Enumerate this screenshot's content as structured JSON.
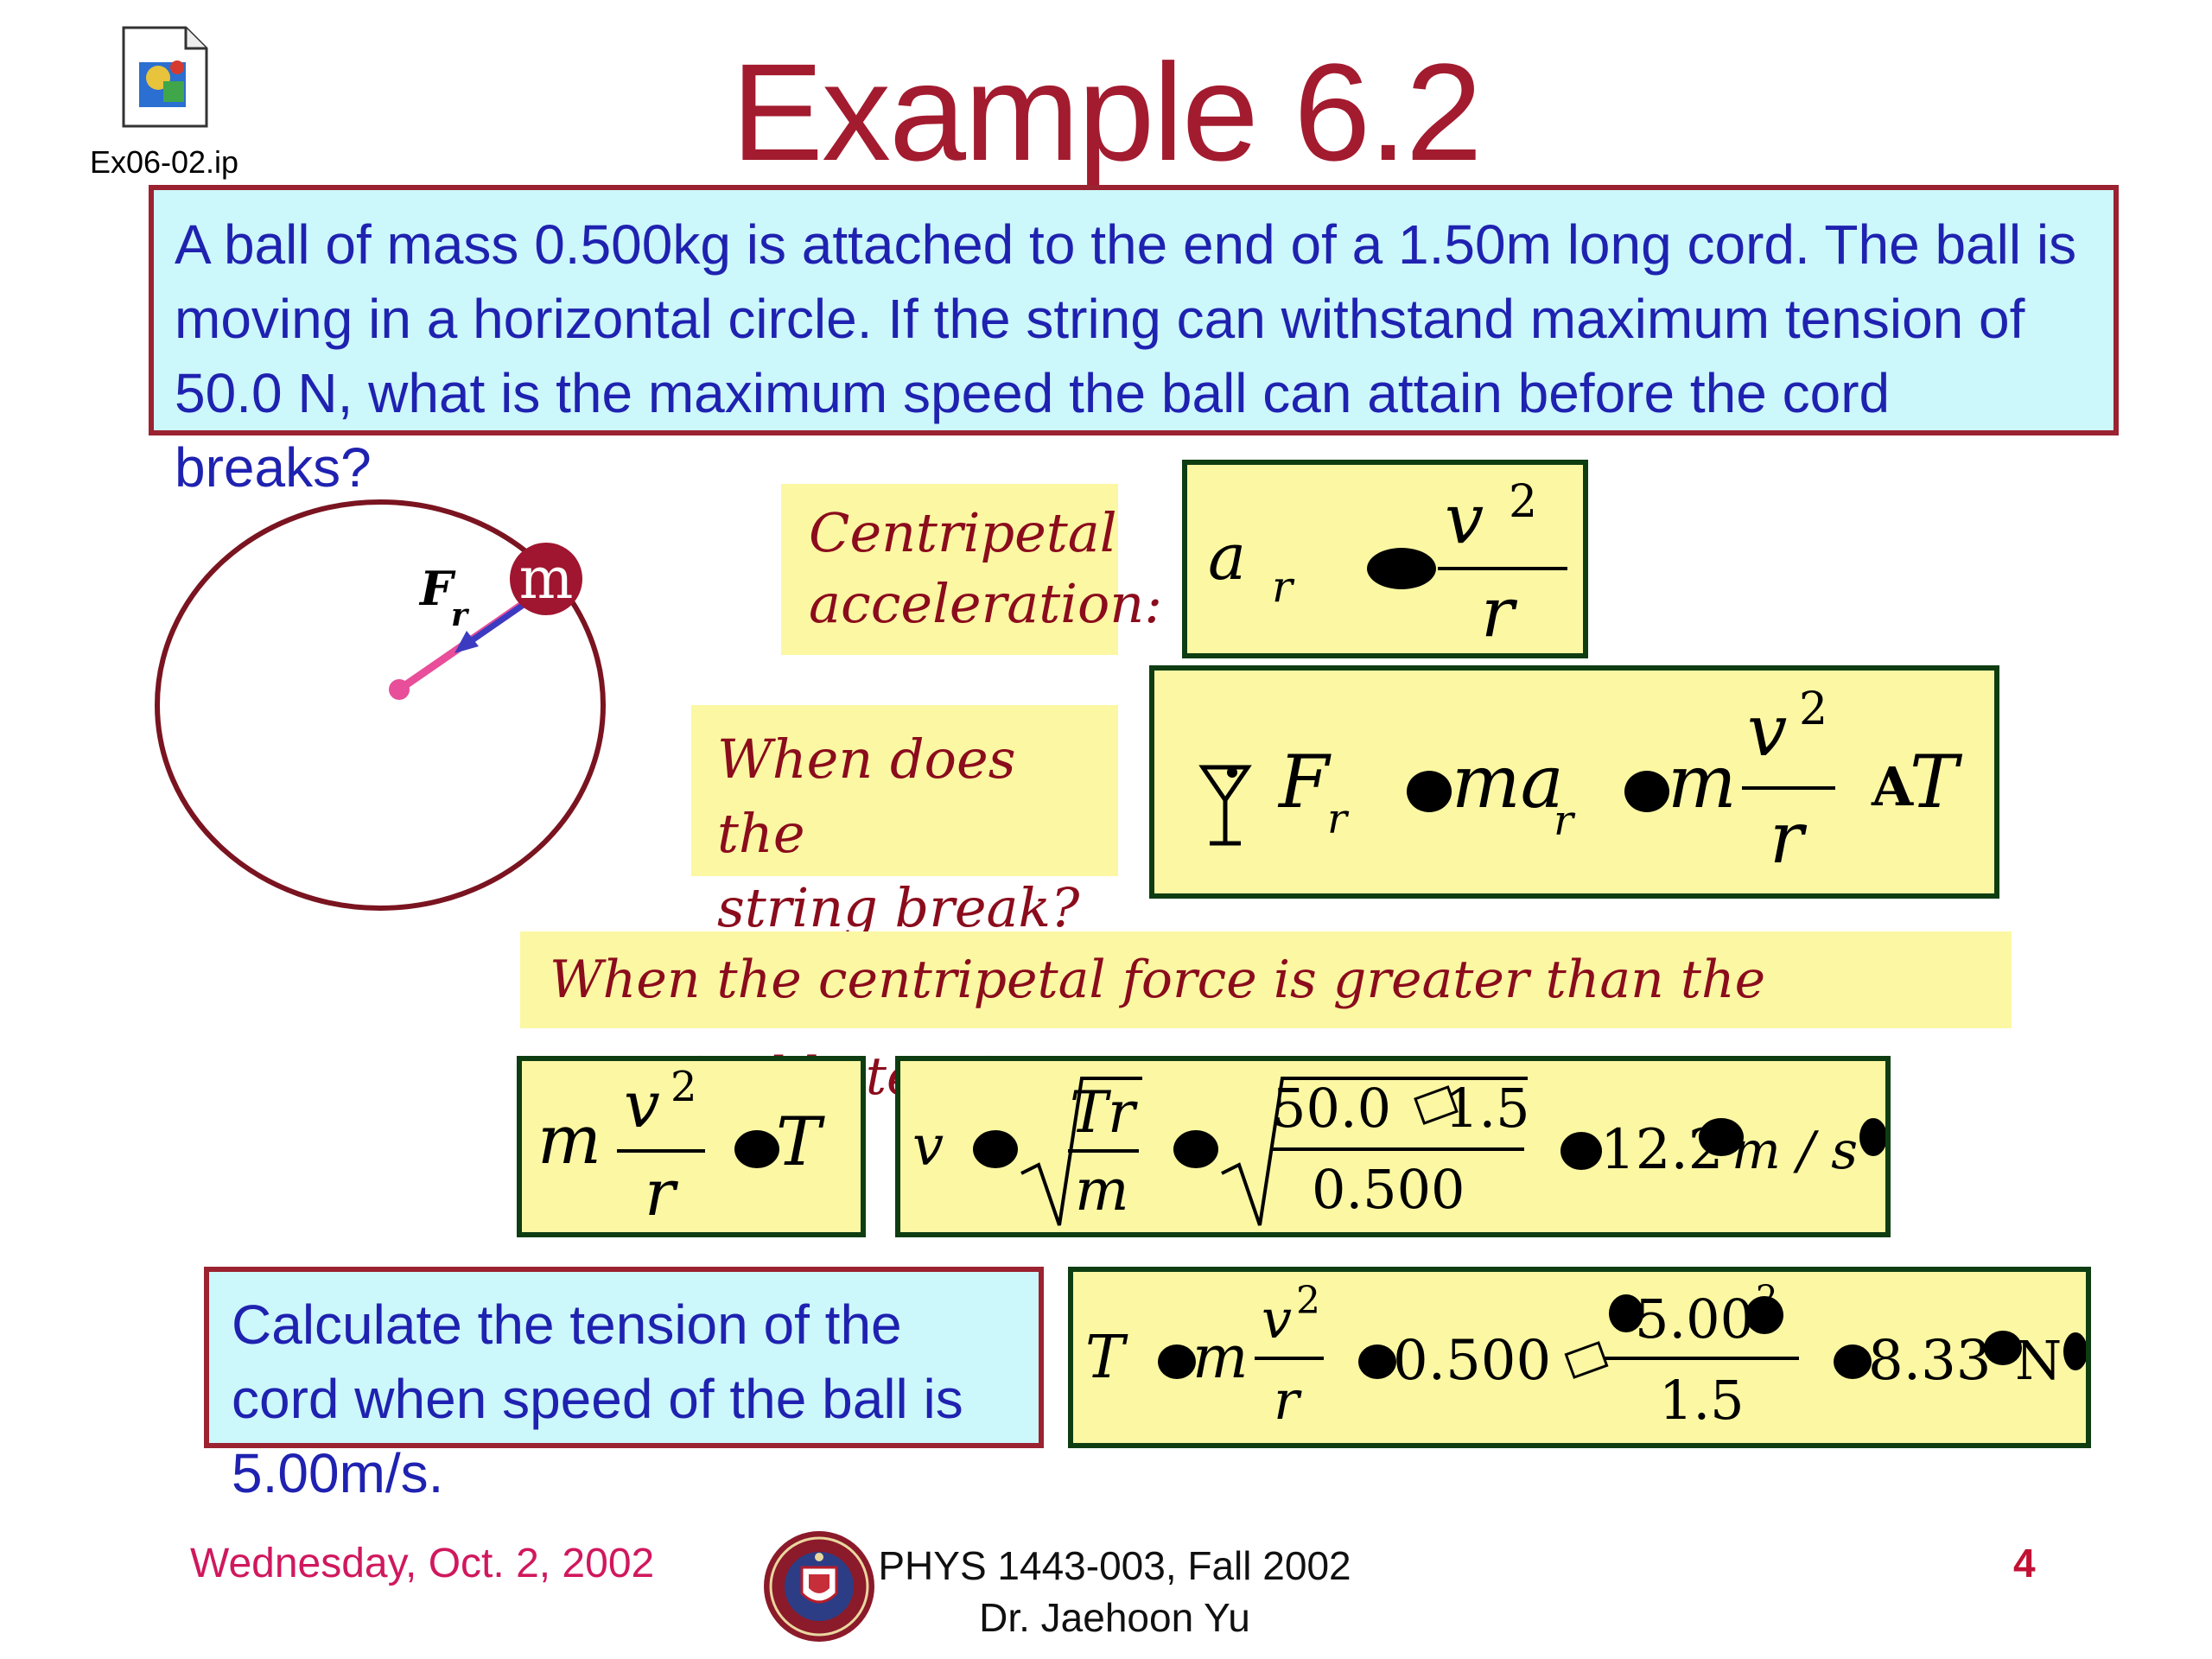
{
  "slide": {
    "title": "Example 6.2",
    "file_label": "Ex06-02.ip",
    "problem_text": "A ball of mass 0.500kg is attached to the end of a 1.50m long cord.  The ball is moving in a horizontal circle.   If the string can withstand maximum tension of 50.0 N, what is the maximum speed the ball can attain before the cord breaks?",
    "diagram": {
      "force_label": "F",
      "force_subscript": "r",
      "mass_label": "m"
    },
    "centripetal_label_line1": "Centripetal",
    "centripetal_label_line2": "acceleration:",
    "break_question_line1": "When does the",
    "break_question_line2": "string break?",
    "break_answer": "When the centripetal force is greater than the sustainable tension.",
    "calc_prompt": "Calculate the tension of the cord when speed of the ball is 5.00m/s."
  },
  "equations": {
    "eq1": {
      "a": "a",
      "r_sub": "r",
      "v": "v",
      "exp": "2",
      "den": "r"
    },
    "eq2": {
      "F": "F",
      "sub": "r",
      "ma": "ma",
      "m": "m",
      "v": "v",
      "exp": "2",
      "den": "r",
      "T": "T"
    },
    "eq3": {
      "m": "m",
      "v": "v",
      "exp": "2",
      "den": "r",
      "T": "T"
    },
    "eq4": {
      "v": "v",
      "num1": "Tr",
      "den1": "m",
      "num2": "50.0",
      "num2b": "1.5",
      "den2": "0.500",
      "result": "12.2",
      "unit": "m / s"
    },
    "eq5": {
      "T": "T",
      "m": "m",
      "v": "v",
      "exp": "2",
      "den": "r",
      "mass": "0.500",
      "num": "5.00",
      "num_exp": "2",
      "den2": "1.5",
      "result": "8.33",
      "unit": "N"
    }
  },
  "footer": {
    "date": "Wednesday, Oct. 2, 2002",
    "course": "PHYS 1443-003, Fall 2002",
    "instructor": "Dr. Jaehoon Yu",
    "page": "4"
  },
  "colors": {
    "title": "#a31b2f",
    "problem_text": "#1f22b0",
    "problem_bg": "#ccf7fb",
    "note_text": "#8b0c1c",
    "box_bg": "#fbf7a3",
    "box_border": "#0f3d12",
    "ball": "#a01530"
  }
}
